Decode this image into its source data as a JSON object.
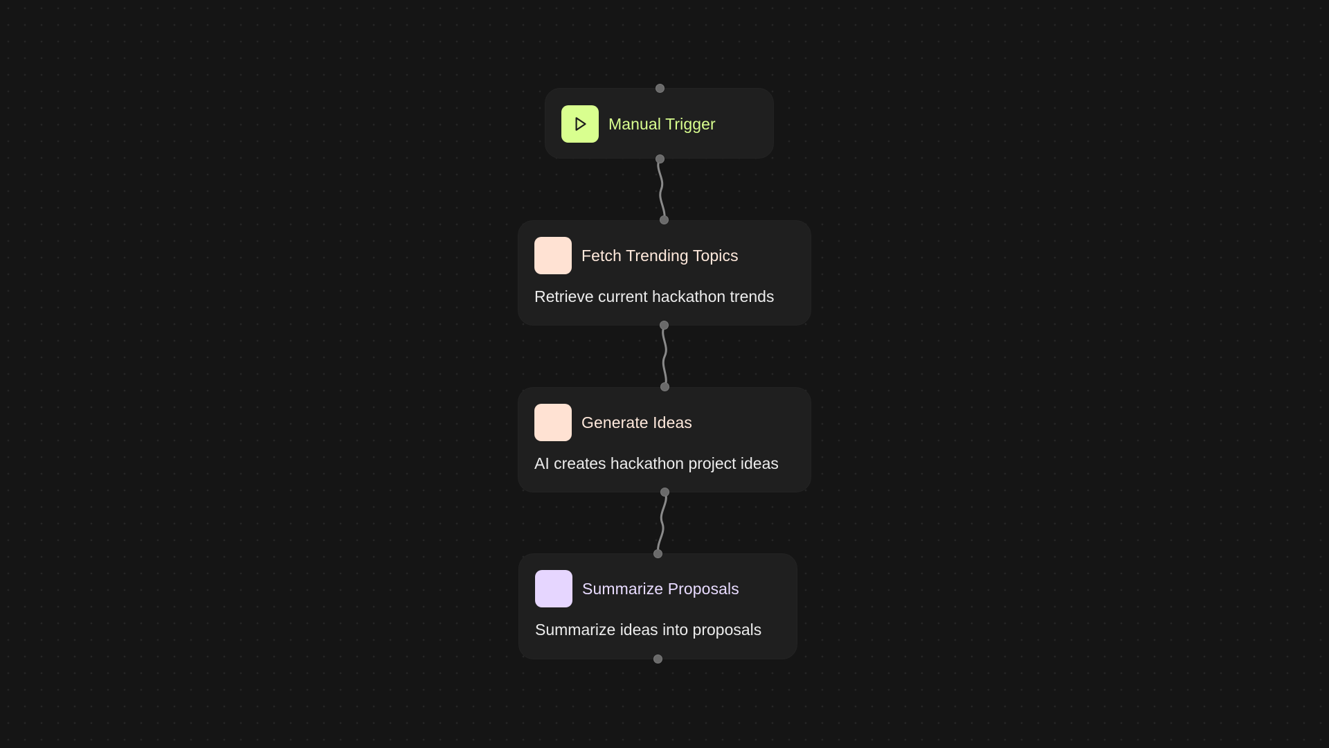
{
  "canvas": {
    "background": "#151515",
    "edge_color": "#8a8a8a",
    "handle_color": "#6a6a6a"
  },
  "nodes": [
    {
      "title": "Manual Trigger",
      "description": "",
      "icon": "play-icon",
      "icon_bg": "#d9ff8f",
      "title_color": "#d9ff8f"
    },
    {
      "title": "Fetch Trending Topics",
      "description": "Retrieve current hackathon trends",
      "icon": "",
      "icon_bg": "#ffe2d3",
      "title_color": "#ffe9dc"
    },
    {
      "title": "Generate Ideas",
      "description": "AI creates hackathon project ideas",
      "icon": "",
      "icon_bg": "#ffe2d3",
      "title_color": "#ffe9dc"
    },
    {
      "title": "Summarize Proposals",
      "description": "Summarize ideas into proposals",
      "icon": "",
      "icon_bg": "#e6d6ff",
      "title_color": "#e8dbff"
    }
  ]
}
